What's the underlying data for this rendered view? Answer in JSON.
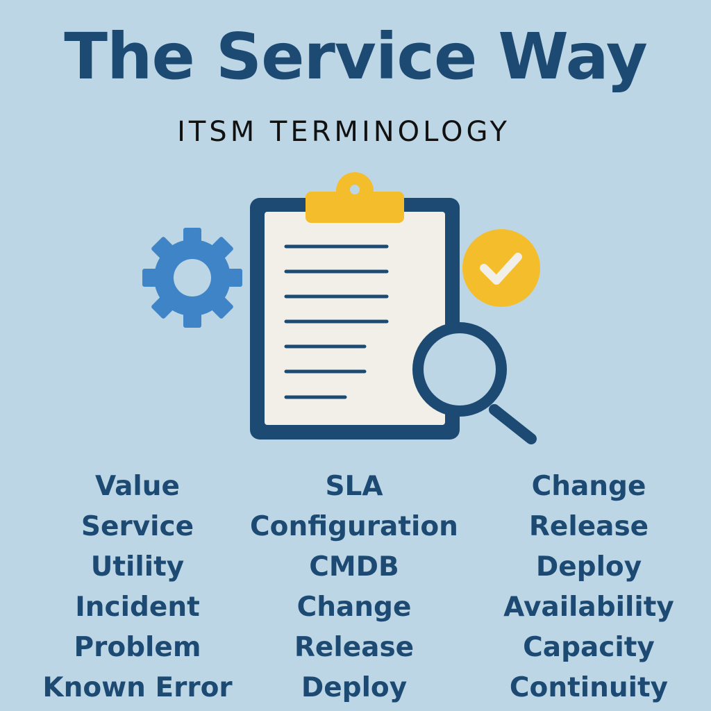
{
  "header": {
    "title": "The Service Way",
    "subtitle": "ITSM TERMINOLOGY"
  },
  "illustration": {
    "icons": [
      "gear-icon",
      "clipboard-icon",
      "checkmark-badge-icon",
      "magnifying-glass-icon"
    ],
    "colors": {
      "background": "#bcd6e6",
      "navy": "#1d4a72",
      "gear_blue": "#3f84c6",
      "yellow": "#f4bd2c",
      "paper": "#f2efe8"
    }
  },
  "terms": {
    "column1": [
      "Value",
      "Service",
      "Utility",
      "Incident",
      "Problem",
      "Known Error"
    ],
    "column2": [
      "SLA",
      "Configuration",
      "CMDB",
      "Change",
      "Release",
      "Deploy"
    ],
    "column3": [
      "Change",
      "Release",
      "Deploy",
      "Availability",
      "Capacity",
      "Continuity"
    ]
  }
}
